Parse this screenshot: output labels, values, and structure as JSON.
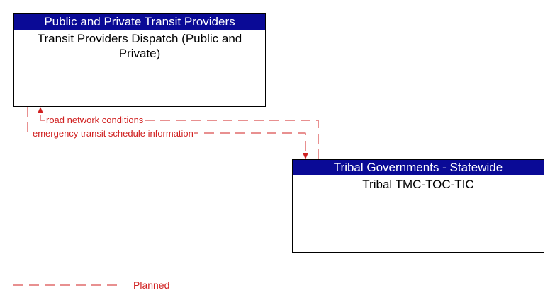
{
  "nodes": {
    "transit": {
      "group": "Public and Private Transit Providers",
      "name": "Transit Providers Dispatch (Public and Private)"
    },
    "tribal": {
      "group": "Tribal Governments - Statewide",
      "name": "Tribal TMC-TOC-TIC"
    }
  },
  "flows": [
    {
      "label": "road network conditions",
      "from": "Tribal TMC-TOC-TIC",
      "to": "Transit Providers Dispatch (Public and Private)",
      "status": "Planned"
    },
    {
      "label": "emergency transit schedule information",
      "from": "Transit Providers Dispatch (Public and Private)",
      "to": "Tribal TMC-TOC-TIC",
      "status": "Planned"
    }
  ],
  "legend": {
    "planned_label": "Planned"
  },
  "colors": {
    "header_bg": "#0a0a96",
    "flow": "#d02020"
  }
}
